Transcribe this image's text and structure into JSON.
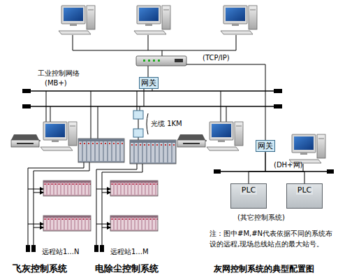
{
  "diagram": {
    "title": "灰网控制系统的典型配置图",
    "nodes": [
      {
        "text": [
          "网关"
        ]
      },
      {
        "text": [
          "网关"
        ]
      },
      {
        "text": [
          "PLC"
        ]
      },
      {
        "text": [
          "PLC"
        ]
      }
    ],
    "edges": [
      {
        "from": 1,
        "to": 2,
        "arrow": "none"
      },
      {
        "from": 1,
        "to": 3,
        "arrow": "none"
      }
    ],
    "labels": [
      "(TCP/IP)",
      "工业控制网络",
      "(MB+)",
      "光缆 1KM",
      "(DH+网)",
      "(其它控制系统)",
      "注：图中#M,#N代表依据不同的系统布设的远程,现场总线站点的最大站号。",
      "远程站1...N",
      "远程站1...M",
      "飞灰控制系统",
      "电除尘控制系统"
    ]
  }
}
